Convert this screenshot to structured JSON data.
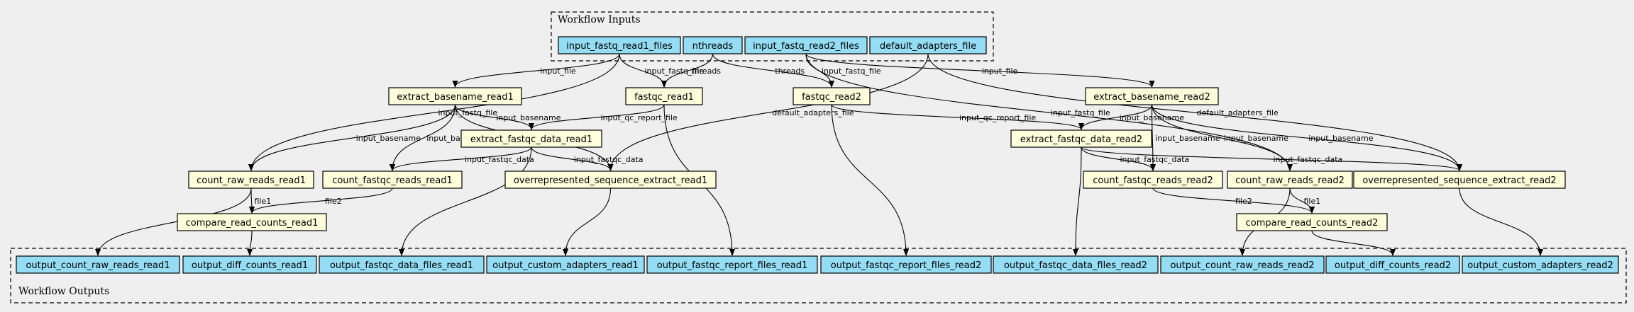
{
  "colors": {
    "background": "#efefef",
    "io_fill": "#94ddf4",
    "step_fill": "#ffffdc",
    "stroke": "#000000"
  },
  "clusters": {
    "inputs": {
      "label": "Workflow Inputs"
    },
    "outputs": {
      "label": "Workflow Outputs"
    }
  },
  "nodes": [
    {
      "id": "input_fastq_read1_files",
      "label": "input_fastq_read1_files",
      "kind": "io"
    },
    {
      "id": "nthreads",
      "label": "nthreads",
      "kind": "io"
    },
    {
      "id": "input_fastq_read2_files",
      "label": "input_fastq_read2_files",
      "kind": "io"
    },
    {
      "id": "default_adapters_file",
      "label": "default_adapters_file",
      "kind": "io"
    },
    {
      "id": "extract_basename_read1",
      "label": "extract_basename_read1",
      "kind": "step"
    },
    {
      "id": "fastqc_read1",
      "label": "fastqc_read1",
      "kind": "step"
    },
    {
      "id": "fastqc_read2",
      "label": "fastqc_read2",
      "kind": "step"
    },
    {
      "id": "extract_basename_read2",
      "label": "extract_basename_read2",
      "kind": "step"
    },
    {
      "id": "extract_fastqc_data_read1",
      "label": "extract_fastqc_data_read1",
      "kind": "step"
    },
    {
      "id": "extract_fastqc_data_read2",
      "label": "extract_fastqc_data_read2",
      "kind": "step"
    },
    {
      "id": "count_raw_reads_read1",
      "label": "count_raw_reads_read1",
      "kind": "step"
    },
    {
      "id": "count_fastqc_reads_read1",
      "label": "count_fastqc_reads_read1",
      "kind": "step"
    },
    {
      "id": "overrepresented_sequence_extract_read1",
      "label": "overrepresented_sequence_extract_read1",
      "kind": "step"
    },
    {
      "id": "count_fastqc_reads_read2",
      "label": "count_fastqc_reads_read2",
      "kind": "step"
    },
    {
      "id": "count_raw_reads_read2",
      "label": "count_raw_reads_read2",
      "kind": "step"
    },
    {
      "id": "overrepresented_sequence_extract_read2",
      "label": "overrepresented_sequence_extract_read2",
      "kind": "step"
    },
    {
      "id": "compare_read_counts_read1",
      "label": "compare_read_counts_read1",
      "kind": "step"
    },
    {
      "id": "compare_read_counts_read2",
      "label": "compare_read_counts_read2",
      "kind": "step"
    },
    {
      "id": "output_count_raw_reads_read1",
      "label": "output_count_raw_reads_read1",
      "kind": "io"
    },
    {
      "id": "output_diff_counts_read1",
      "label": "output_diff_counts_read1",
      "kind": "io"
    },
    {
      "id": "output_fastqc_data_files_read1",
      "label": "output_fastqc_data_files_read1",
      "kind": "io"
    },
    {
      "id": "output_custom_adapters_read1",
      "label": "output_custom_adapters_read1",
      "kind": "io"
    },
    {
      "id": "output_fastqc_report_files_read1",
      "label": "output_fastqc_report_files_read1",
      "kind": "io"
    },
    {
      "id": "output_fastqc_report_files_read2",
      "label": "output_fastqc_report_files_read2",
      "kind": "io"
    },
    {
      "id": "output_fastqc_data_files_read2",
      "label": "output_fastqc_data_files_read2",
      "kind": "io"
    },
    {
      "id": "output_count_raw_reads_read2",
      "label": "output_count_raw_reads_read2",
      "kind": "io"
    },
    {
      "id": "output_diff_counts_read2",
      "label": "output_diff_counts_read2",
      "kind": "io"
    },
    {
      "id": "output_custom_adapters_read2",
      "label": "output_custom_adapters_read2",
      "kind": "io"
    }
  ],
  "edges": [
    {
      "from": "input_fastq_read1_files",
      "to": "extract_basename_read1",
      "label": "input_file"
    },
    {
      "from": "input_fastq_read1_files",
      "to": "fastqc_read1",
      "label": "input_fastq_file"
    },
    {
      "from": "input_fastq_read1_files",
      "to": "count_raw_reads_read1",
      "label": "input_fastq_file"
    },
    {
      "from": "nthreads",
      "to": "fastqc_read1",
      "label": "threads"
    },
    {
      "from": "nthreads",
      "to": "fastqc_read2",
      "label": "threads"
    },
    {
      "from": "input_fastq_read2_files",
      "to": "fastqc_read2",
      "label": "input_fastq_file"
    },
    {
      "from": "input_fastq_read2_files",
      "to": "extract_basename_read2",
      "label": "input_file"
    },
    {
      "from": "input_fastq_read2_files",
      "to": "count_raw_reads_read2",
      "label": "input_fastq_file"
    },
    {
      "from": "default_adapters_file",
      "to": "overrepresented_sequence_extract_read1",
      "label": "default_adapters_file"
    },
    {
      "from": "default_adapters_file",
      "to": "overrepresented_sequence_extract_read2",
      "label": "default_adapters_file"
    },
    {
      "from": "extract_basename_read1",
      "to": "count_raw_reads_read1",
      "label": "input_basename"
    },
    {
      "from": "extract_basename_read1",
      "to": "count_fastqc_reads_read1",
      "label": "input_basename"
    },
    {
      "from": "extract_basename_read1",
      "to": "extract_fastqc_data_read1",
      "label": "input_basename"
    },
    {
      "from": "extract_basename_read1",
      "to": "overrepresented_sequence_extract_read1",
      "label": "input_basename"
    },
    {
      "from": "fastqc_read1",
      "to": "extract_fastqc_data_read1",
      "label": "input_qc_report_file"
    },
    {
      "from": "fastqc_read1",
      "to": "output_fastqc_report_files_read1",
      "label": ""
    },
    {
      "from": "fastqc_read2",
      "to": "extract_fastqc_data_read2",
      "label": "input_qc_report_file"
    },
    {
      "from": "fastqc_read2",
      "to": "output_fastqc_report_files_read2",
      "label": ""
    },
    {
      "from": "extract_basename_read2",
      "to": "extract_fastqc_data_read2",
      "label": "input_basename"
    },
    {
      "from": "extract_basename_read2",
      "to": "count_fastqc_reads_read2",
      "label": "input_basename"
    },
    {
      "from": "extract_basename_read2",
      "to": "count_raw_reads_read2",
      "label": "input_basename"
    },
    {
      "from": "extract_basename_read2",
      "to": "overrepresented_sequence_extract_read2",
      "label": "input_basename"
    },
    {
      "from": "extract_fastqc_data_read1",
      "to": "count_fastqc_reads_read1",
      "label": "input_fastqc_data"
    },
    {
      "from": "extract_fastqc_data_read1",
      "to": "overrepresented_sequence_extract_read1",
      "label": "input_fastqc_data"
    },
    {
      "from": "extract_fastqc_data_read1",
      "to": "output_fastqc_data_files_read1",
      "label": ""
    },
    {
      "from": "extract_fastqc_data_read2",
      "to": "count_fastqc_reads_read2",
      "label": "input_fastqc_data"
    },
    {
      "from": "extract_fastqc_data_read2",
      "to": "overrepresented_sequence_extract_read2",
      "label": "input_fastqc_data"
    },
    {
      "from": "extract_fastqc_data_read2",
      "to": "output_fastqc_data_files_read2",
      "label": ""
    },
    {
      "from": "count_raw_reads_read1",
      "to": "compare_read_counts_read1",
      "label": "file1"
    },
    {
      "from": "count_raw_reads_read1",
      "to": "output_count_raw_reads_read1",
      "label": ""
    },
    {
      "from": "count_fastqc_reads_read1",
      "to": "compare_read_counts_read1",
      "label": "file2"
    },
    {
      "from": "overrepresented_sequence_extract_read1",
      "to": "output_custom_adapters_read1",
      "label": ""
    },
    {
      "from": "count_fastqc_reads_read2",
      "to": "compare_read_counts_read2",
      "label": "file2"
    },
    {
      "from": "count_raw_reads_read2",
      "to": "compare_read_counts_read2",
      "label": "file1"
    },
    {
      "from": "count_raw_reads_read2",
      "to": "output_count_raw_reads_read2",
      "label": ""
    },
    {
      "from": "overrepresented_sequence_extract_read2",
      "to": "output_custom_adapters_read2",
      "label": ""
    },
    {
      "from": "compare_read_counts_read1",
      "to": "output_diff_counts_read1",
      "label": ""
    },
    {
      "from": "compare_read_counts_read2",
      "to": "output_diff_counts_read2",
      "label": ""
    }
  ]
}
